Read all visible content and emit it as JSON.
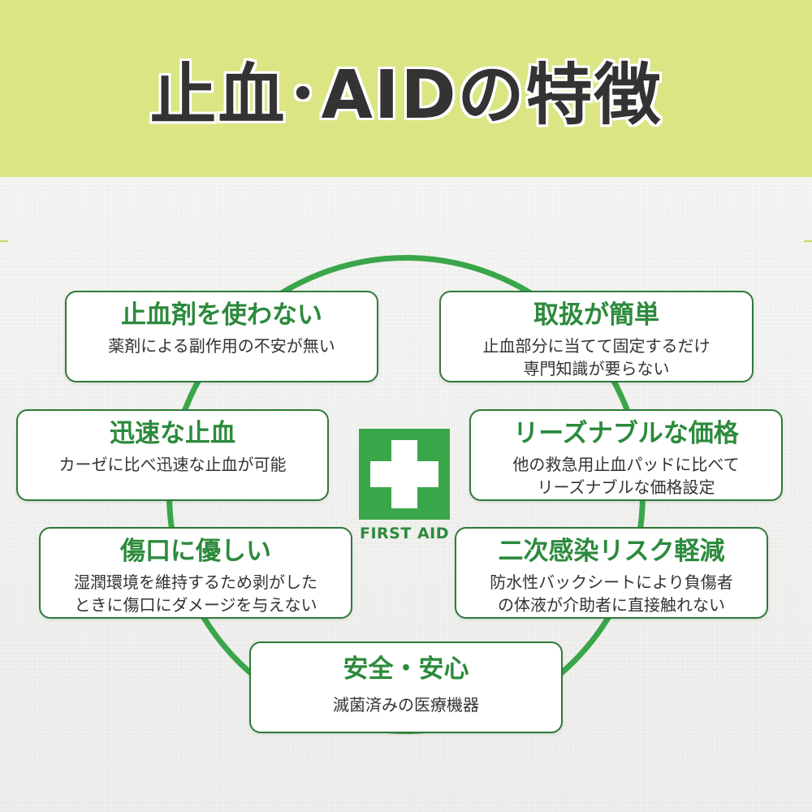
{
  "header": {
    "title": "止血･AIDの特徴"
  },
  "logo": {
    "label": "FIRST AID"
  },
  "colors": {
    "header_bg": "#dbe584",
    "accent_green": "#3aa64a",
    "title_green": "#2c8a3c"
  },
  "features": [
    {
      "title": "止血剤を使わない",
      "lines": [
        "薬剤による副作用の不安が無い"
      ]
    },
    {
      "title": "取扱が簡単",
      "lines": [
        "止血部分に当てて固定するだけ",
        "専門知識が要らない"
      ]
    },
    {
      "title": "迅速な止血",
      "lines": [
        "カーゼに比べ迅速な止血が可能"
      ]
    },
    {
      "title": "リーズナブルな価格",
      "lines": [
        "他の救急用止血パッドに比べて",
        "リーズナブルな価格設定"
      ]
    },
    {
      "title": "傷口に優しい",
      "lines": [
        "湿潤環境を維持するため剥がした",
        "ときに傷口にダメージを与えない"
      ]
    },
    {
      "title": "二次感染リスク軽減",
      "lines": [
        "防水性バックシートにより負傷者",
        "の体液が介助者に直接触れない"
      ]
    },
    {
      "title": "安全・安心",
      "lines": [
        "滅菌済みの医療機器"
      ]
    }
  ]
}
